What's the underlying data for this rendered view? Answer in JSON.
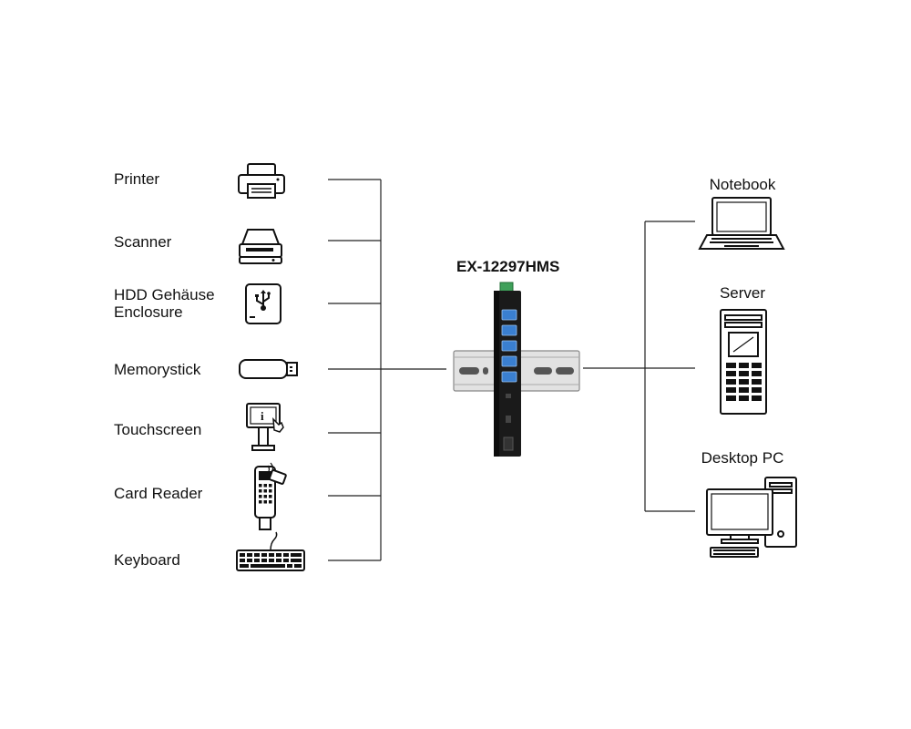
{
  "hub": {
    "model": "EX-12297HMS"
  },
  "devices": [
    {
      "label": "Printer",
      "icon": "printer-icon"
    },
    {
      "label": "Scanner",
      "icon": "scanner-icon"
    },
    {
      "label": "HDD Gehäuse",
      "label2": "Enclosure",
      "icon": "hdd-enclosure-icon"
    },
    {
      "label": "Memorystick",
      "icon": "usb-stick-icon"
    },
    {
      "label": "Touchscreen",
      "icon": "touchscreen-kiosk-icon"
    },
    {
      "label": "Card Reader",
      "icon": "card-reader-icon"
    },
    {
      "label": "Keyboard",
      "icon": "keyboard-icon"
    }
  ],
  "hosts": [
    {
      "label": "Notebook",
      "icon": "notebook-icon"
    },
    {
      "label": "Server",
      "icon": "server-icon"
    },
    {
      "label": "Desktop PC",
      "icon": "desktop-pc-icon"
    }
  ],
  "colors": {
    "line": "#222222",
    "hub_body": "#1a1a1a",
    "usb_port": "#3a7fd0",
    "terminal": "#3fa05a",
    "rail": "#e2e2e2"
  }
}
